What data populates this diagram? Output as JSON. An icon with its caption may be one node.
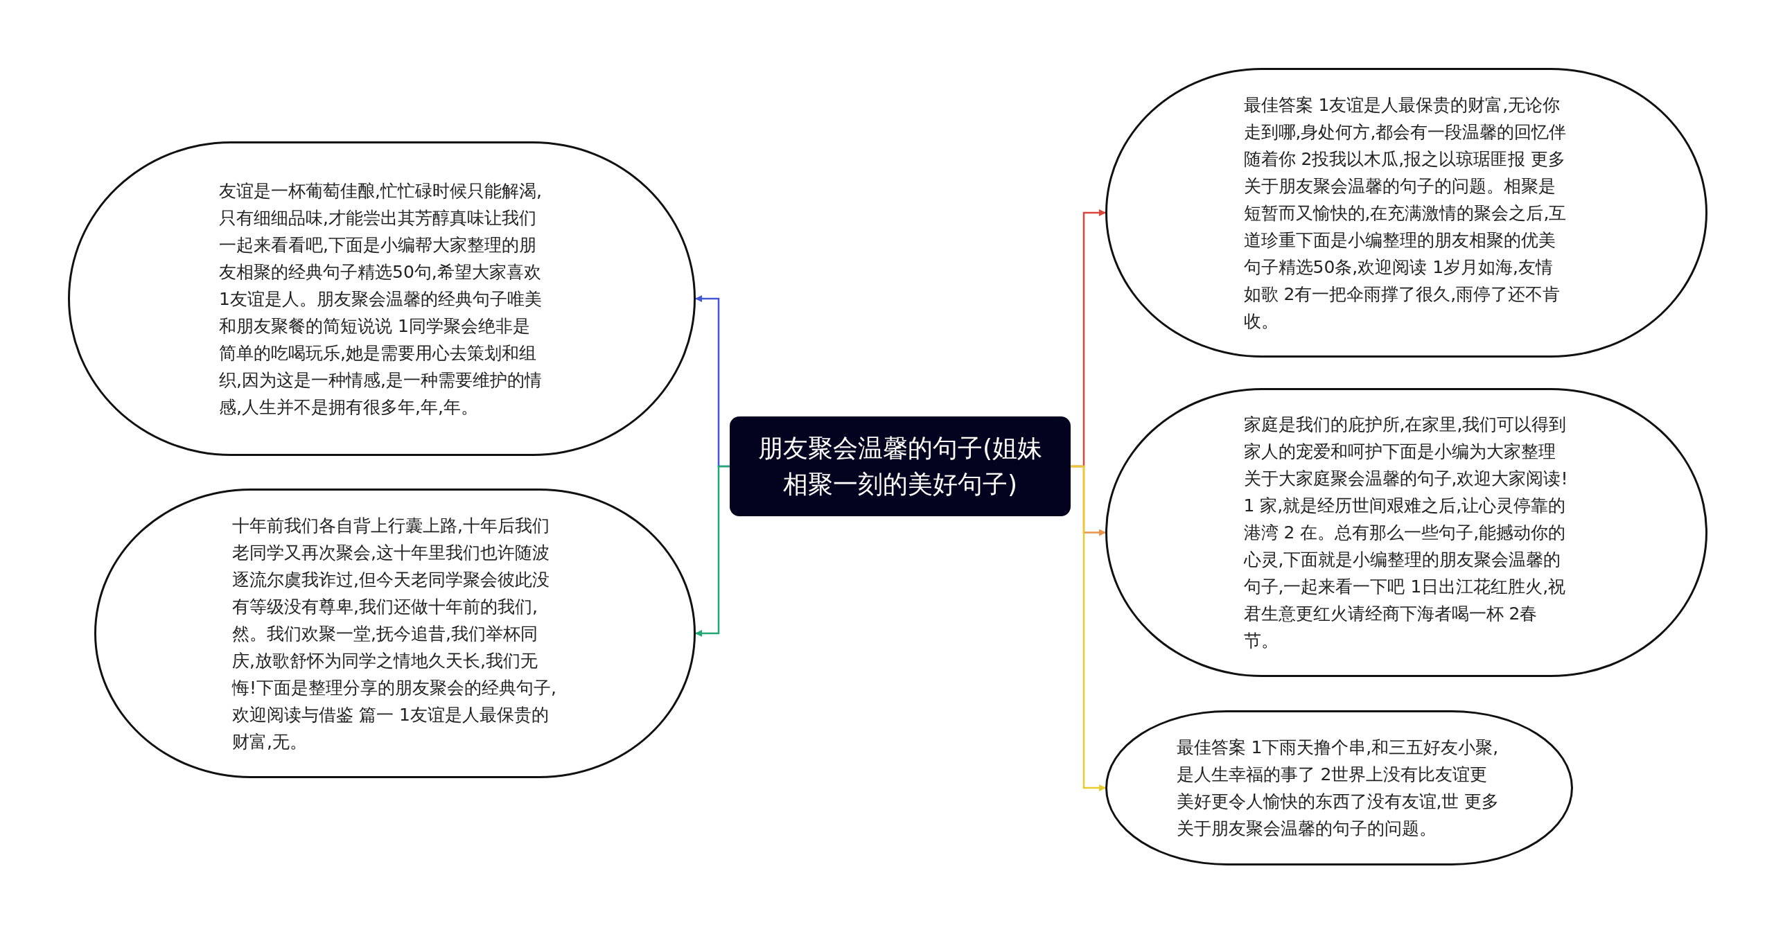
{
  "diagram": {
    "nodes": [
      {
        "text": [
          "朋友聚会温馨的句子(姐妹相聚一刻的美好句子)"
        ]
      },
      {
        "text": [
          "友谊是一杯葡萄佳酿,忙忙碌时候只能解渴,只有细细品味,才能尝出其芳醇真味让我们一起来看看吧,下面是小编帮大家整理的朋友相聚的经典句子精选50句,希望大家喜欢 1友谊是人。朋友聚会温馨的经典句子唯美和朋友聚餐的简短说说 1同学聚会绝非是简单的吃喝玩乐,她是需要用心去策划和组织,因为这是一种情感,是一种需要维护的情感,人生并不是拥有很多年,年,年。"
        ]
      },
      {
        "text": [
          "十年前我们各自背上行囊上路,十年后我们老同学又再次聚会,这十年里我们也许随波逐流尔虞我诈过,但今天老同学聚会彼此没有等级没有尊卑,我们还做十年前的我们,然。我们欢聚一堂,抚今追昔,我们举杯同庆,放歌舒怀为同学之情地久天长,我们无悔!下面是整理分享的朋友聚会的经典句子,欢迎阅读与借鉴 篇一 1友谊是人最保贵的财富,无。"
        ]
      },
      {
        "text": [
          "最佳答案 1友谊是人最保贵的财富,无论你走到哪,身处何方,都会有一段温馨的回忆伴随着你 2投我以木瓜,报之以琼琚匪报 更多关于朋友聚会温馨的句子的问题。相聚是短暂而又愉快的,在充满激情的聚会之后,互道珍重下面是小编整理的朋友相聚的优美句子精选50条,欢迎阅读 1岁月如海,友情如歌 2有一把伞雨撑了很久,雨停了还不肯收。"
        ]
      },
      {
        "text": [
          "家庭是我们的庇护所,在家里,我们可以得到家人的宠爱和呵护下面是小编为大家整理关于大家庭聚会温馨的句子,欢迎大家阅读! 1 家,就是经历世间艰难之后,让心灵停靠的港湾 2 在。总有那么一些句子,能撼动你的心灵,下面就是小编整理的朋友聚会温馨的句子,一起来看一下吧 1日出江花红胜火,祝君生意更红火请经商下海者喝一杯 2春节。"
        ]
      },
      {
        "text": [
          "最佳答案 1下雨天撸个串,和三五好友小聚,是人生幸福的事了 2世界上没有比友谊更美好更令人愉快的东西了没有友谊,世 更多关于朋友聚会温馨的句子的问题。"
        ]
      }
    ],
    "edges": [
      {
        "from": 0,
        "to": 1,
        "arrow": "to",
        "color": "#4257d6"
      },
      {
        "from": 0,
        "to": 2,
        "arrow": "to",
        "color": "#1fa874"
      },
      {
        "from": 0,
        "to": 3,
        "arrow": "to",
        "color": "#d9453b"
      },
      {
        "from": 0,
        "to": 4,
        "arrow": "to",
        "color": "#e8954a"
      },
      {
        "from": 0,
        "to": 5,
        "arrow": "to",
        "color": "#e8cb2e"
      }
    ]
  }
}
